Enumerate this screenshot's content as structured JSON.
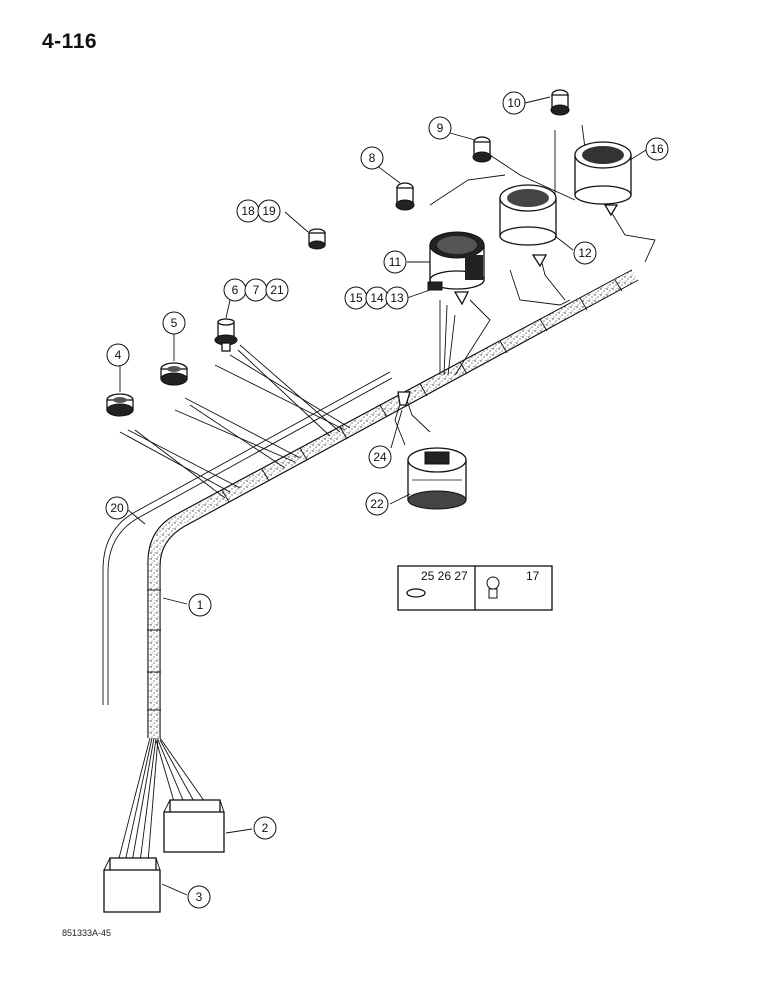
{
  "page_number": "4-116",
  "figure_code": "851333A-45",
  "callouts": [
    {
      "id": "c1",
      "label": "1"
    },
    {
      "id": "c2",
      "label": "2"
    },
    {
      "id": "c3",
      "label": "3"
    },
    {
      "id": "c4",
      "label": "4"
    },
    {
      "id": "c5",
      "label": "5"
    },
    {
      "id": "c6",
      "label": "6"
    },
    {
      "id": "c7",
      "label": "7"
    },
    {
      "id": "c21",
      "label": "21"
    },
    {
      "id": "c8",
      "label": "8"
    },
    {
      "id": "c9",
      "label": "9"
    },
    {
      "id": "c10",
      "label": "10"
    },
    {
      "id": "c11",
      "label": "11"
    },
    {
      "id": "c12",
      "label": "12"
    },
    {
      "id": "c13",
      "label": "13"
    },
    {
      "id": "c14",
      "label": "14"
    },
    {
      "id": "c15",
      "label": "15"
    },
    {
      "id": "c16",
      "label": "16"
    },
    {
      "id": "c18",
      "label": "18"
    },
    {
      "id": "c19",
      "label": "19"
    },
    {
      "id": "c20",
      "label": "20"
    },
    {
      "id": "c22",
      "label": "22"
    },
    {
      "id": "c24",
      "label": "24"
    }
  ],
  "kit_box": {
    "left_label": "25 26 27",
    "right_label": "17"
  }
}
